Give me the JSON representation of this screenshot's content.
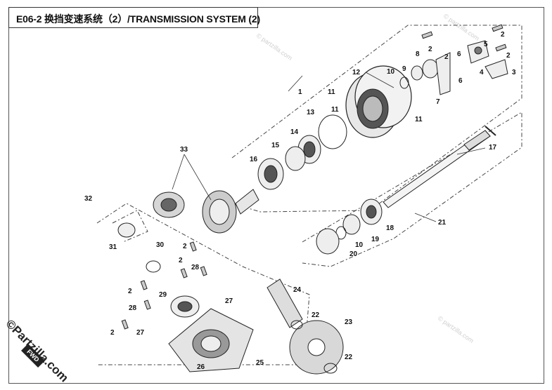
{
  "title": "E06-2  换挡变速系统（2）/TRANSMISSION SYSTEM (2)",
  "watermarks": {
    "site": "© partzilla.com",
    "corner": "©Partzilla.com"
  },
  "fwd_label": "FWD",
  "part_labels": [
    "1",
    "2",
    "2",
    "2",
    "2",
    "3",
    "4",
    "5",
    "6",
    "6",
    "7",
    "8",
    "9",
    "10",
    "11",
    "11",
    "11",
    "12",
    "13",
    "14",
    "15",
    "16",
    "17",
    "18",
    "19",
    "10",
    "20",
    "21",
    "22",
    "22",
    "23",
    "24",
    "25",
    "26",
    "27",
    "27",
    "28",
    "28",
    "29",
    "2",
    "2",
    "2",
    "2",
    "30",
    "31",
    "32",
    "33"
  ]
}
